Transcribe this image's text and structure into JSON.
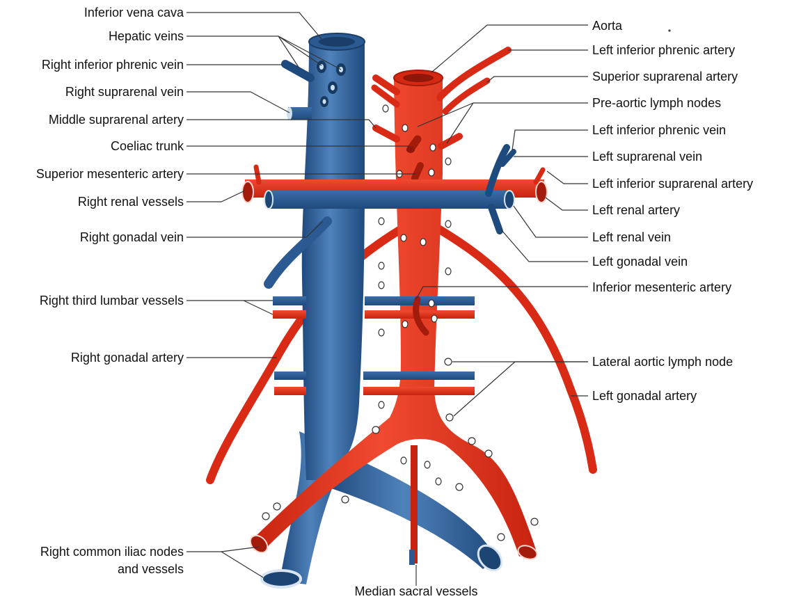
{
  "colors": {
    "vein": "#2f63a0",
    "vein_dark": "#1d4574",
    "vein_light": "#6c98c8",
    "artery": "#e8321e",
    "artery_dark": "#b8200f",
    "node_fill": "#ffffff",
    "leader": "#222222"
  },
  "labels_left": {
    "ivc": "Inferior vena cava",
    "hepatic_veins": "Hepatic veins",
    "right_inf_phrenic_vein": "Right inferior phrenic vein",
    "right_suprarenal_vein": "Right suprarenal vein",
    "middle_suprarenal_artery": "Middle suprarenal artery",
    "coeliac_trunk": "Coeliac trunk",
    "sma": "Superior mesenteric artery",
    "right_renal_vessels": "Right renal vessels",
    "right_gonadal_vein": "Right gonadal vein",
    "right_third_lumbar": "Right third lumbar vessels",
    "right_gonadal_artery": "Right gonadal artery",
    "right_common_iliac_1": "Right common iliac nodes",
    "right_common_iliac_2": "and vessels"
  },
  "labels_right": {
    "aorta": "Aorta",
    "left_inf_phrenic_artery": "Left inferior phrenic artery",
    "sup_suprarenal_artery": "Superior suprarenal artery",
    "pre_aortic_nodes": "Pre-aortic lymph nodes",
    "left_inf_phrenic_vein": "Left inferior phrenic vein",
    "left_suprarenal_vein": "Left suprarenal vein",
    "left_inf_suprarenal_artery": "Left inferior suprarenal artery",
    "left_renal_artery": "Left renal artery",
    "left_renal_vein": "Left renal vein",
    "left_gonadal_vein": "Left gonadal vein",
    "ima": "Inferior mesenteric artery",
    "lateral_aortic_node": "Lateral aortic lymph node",
    "left_gonadal_artery": "Left gonadal artery"
  },
  "labels_bottom": {
    "median_sacral": "Median sacral vessels"
  }
}
